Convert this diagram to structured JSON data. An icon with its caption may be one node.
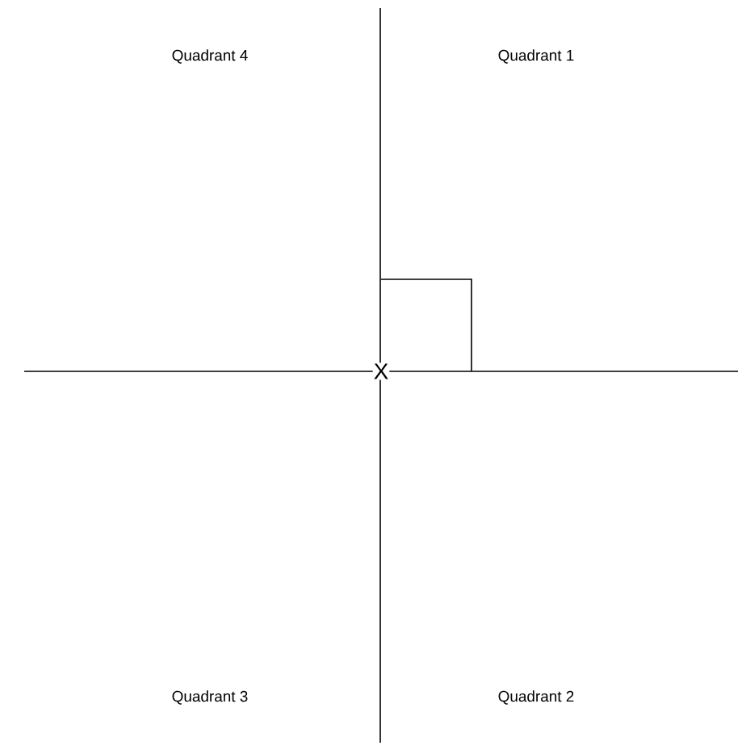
{
  "diagram": {
    "labels": [
      "Quadrant 4",
      "Quadrant 1",
      "X",
      "Quadrant 3",
      "Quadrant 2"
    ]
  }
}
